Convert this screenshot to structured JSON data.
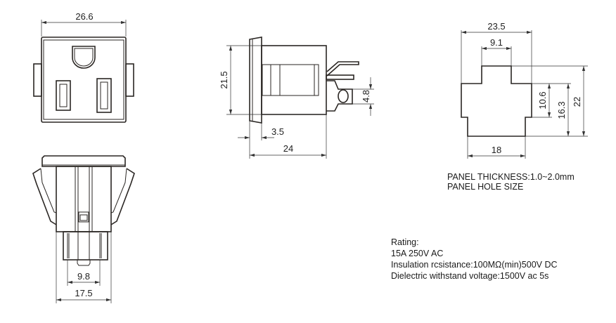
{
  "drawing": {
    "front_view": {
      "width_dim": "26.6"
    },
    "side_view": {
      "height_dim": "21.5",
      "lug_dim": "4.8",
      "flange_dim": "3.5",
      "depth_dim": "24"
    },
    "bottom_view": {
      "pin_spacing_dim": "9.8",
      "body_width_dim": "17.5"
    },
    "panel_hole": {
      "width_dim": "23.5",
      "top_width_dim": "9.1",
      "bottom_width_dim": "18",
      "mid_height_dim": "10.6",
      "lower_height_dim": "16.3",
      "total_height_dim": "22",
      "notes": [
        "PANEL THICKNESS:1.0~2.0mm",
        "PANEL HOLE SIZE"
      ]
    },
    "specs": [
      "Rating:",
      "15A 250V AC",
      "Insulation rcsistance:100MΩ(min)500V  DC",
      "Dielectric withstand voltage:1500V ac 5s"
    ],
    "line_color": "#2a2623"
  }
}
